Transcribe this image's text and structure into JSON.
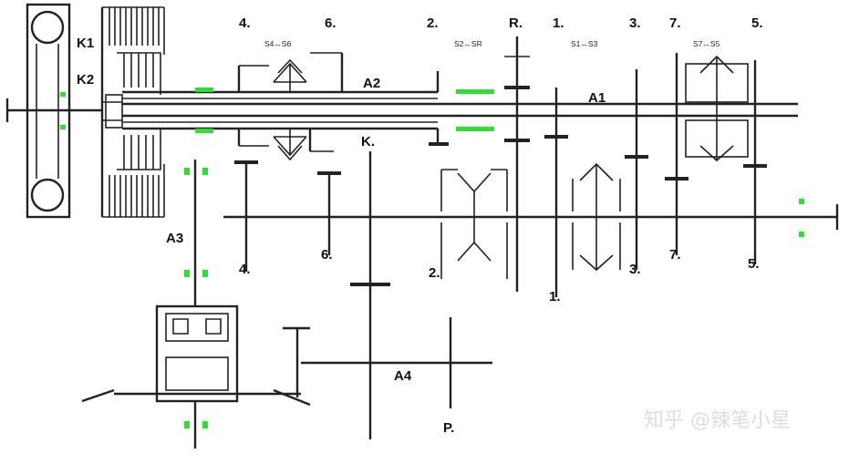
{
  "labels": {
    "k1": "K1",
    "k2": "K2",
    "a1": "A1",
    "a2": "A2",
    "a3": "A3",
    "a4": "A4",
    "k": "K.",
    "p": "P.",
    "g4": "4.",
    "g6": "6.",
    "g2": "2.",
    "gr": "R.",
    "g1": "1.",
    "g3": "3.",
    "g7": "7.",
    "g5": "5."
  },
  "synchronizers": {
    "s4s6": "S4↔S6",
    "s2sr": "S2↔SR",
    "s1s3": "S1↔S3",
    "s7s5": "S7↔S5"
  },
  "watermark": "知乎 @辣笔小星",
  "colors": {
    "line": "#222222",
    "sensor": "#33dd33"
  }
}
